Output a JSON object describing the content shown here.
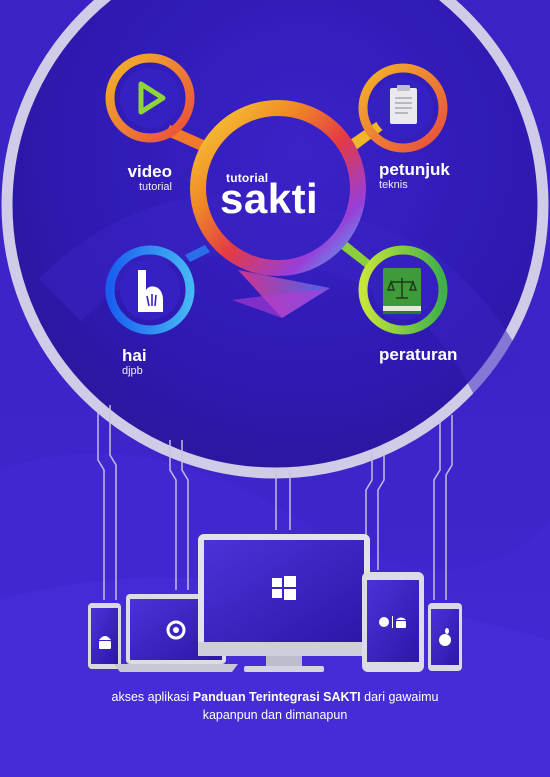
{
  "center": {
    "small": "tutorial",
    "big": "SAKTI"
  },
  "modules": {
    "video": {
      "title": "video",
      "subtitle": "tutorial",
      "icon": "play-icon"
    },
    "petunjuk": {
      "title": "petunjuk",
      "subtitle": "teknis",
      "icon": "clipboard-icon"
    },
    "hai": {
      "title": "hai",
      "subtitle": "djpb",
      "icon": "hand-icon"
    },
    "peraturan": {
      "title": "peraturan",
      "subtitle": "",
      "icon": "law-book-icon"
    }
  },
  "devices": {
    "phone_left_os": "android-icon",
    "laptop_browser": "chrome-icon",
    "monitor_os": "windows-icon",
    "tablet_os": "apple-android-icon",
    "phone_right_os": "apple-icon"
  },
  "caption": {
    "prefix": "akses aplikasi ",
    "highlight": "Panduan Terintegrasi SAKTI",
    "suffix": " dari gawaimu",
    "line2": "kapanpun dan dimanapun"
  },
  "colors": {
    "background": "#3b22c9",
    "circle": "#2f1ab8",
    "ring": "#c9c4de",
    "ring_orange": "#f39a1f",
    "ring_red": "#e8343f",
    "ring_blue": "#2a8cf0",
    "ring_green": "#6cc43a"
  }
}
